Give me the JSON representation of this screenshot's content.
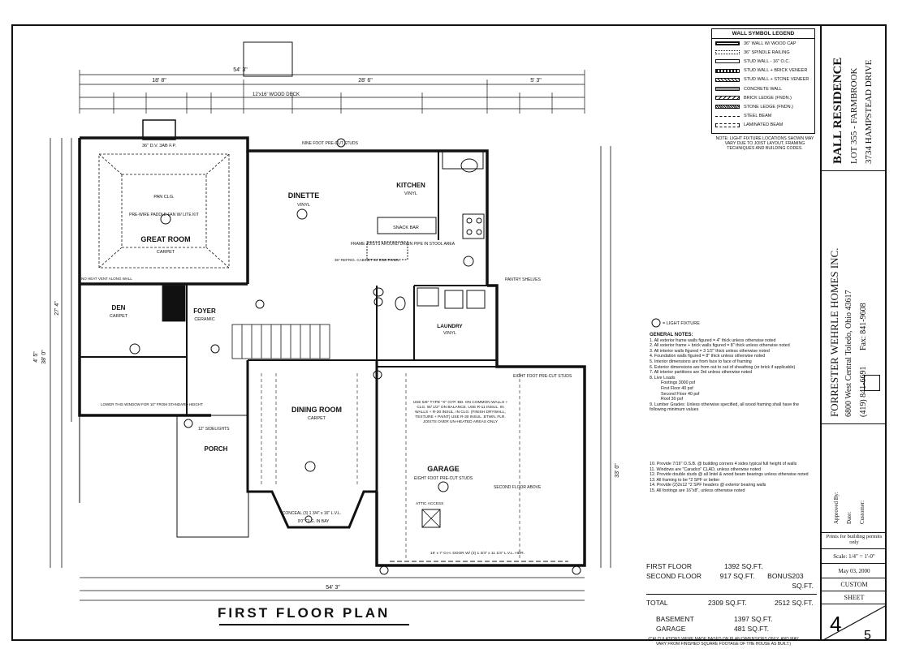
{
  "plan_title": "FIRST FLOOR PLAN",
  "legend": {
    "title": "WALL SYMBOL LEGEND",
    "items": [
      "36\" WALL W/ WOOD CAP",
      "36\" SPINDLE RAILING",
      "STUD WALL - 16\" O.C.",
      "STUD WALL + BRICK VENEER",
      "STUD WALL + STONE VENEER",
      "CONCRETE WALL",
      "BRICK LEDGE (FNDN.)",
      "STONE LEDGE (FNDN.)",
      "STEEL BEAM",
      "LAMINATED BEAM"
    ]
  },
  "legend_note": "NOTE: LIGHT FIXTURE LOCATIONS SHOWN MAY VARY DUE TO JOIST LAYOUT, FRAMING TECHNIQUES AND BUILDING CODES.",
  "light_fixture": "= LIGHT FIXTURE",
  "general_notes": {
    "heading": "GENERAL NOTES:",
    "items": [
      "1. All exterior frame walls figured = 4\" thick unless otherwise noted",
      "2. All exterior frame + brick walls figured = 8\" thick unless otherwise noted",
      "3. All interior walls figured = 3 1/2\" thick unless otherwise noted",
      "4. Foundation walls figured = 8\" thick unless otherwise noted",
      "5. Interior dimensions are from face to face of framing",
      "6. Exterior dimensions are from out to out of sheathing (or brick if applicable)",
      "7. All interior partitions are 3rd unless otherwise noted",
      "8. Live Loads",
      "Footings 3000 psf",
      "First Floor 40 psf",
      "Second Floor 40 psf",
      "Roof 30 psf",
      "9. Lumber Grades: Unless otherwise specified, all wood framing shall have the following minimum values",
      "10. Provide 7/16\" O.S.B. @ building corners 4 sides typical full height of walls",
      "11. Windows are \"Caradco\" CLAD, unless otherwise noted",
      "12. Provide double studs @ all lintel & wood beam bearings unless otherwise noted",
      "13. All framing to be *2 SPF or better",
      "14. Provide (2)2x12 *2 SPF headers @ exterior bearing walls",
      "15. All footings are 16\"x8\", unless otherwise noted"
    ]
  },
  "square_footage": {
    "first_floor_label": "FIRST FLOOR",
    "first_floor": "1392 SQ.FT.",
    "second_floor_label": "SECOND FLOOR",
    "second_floor": "917 SQ.FT.",
    "bonus_label": "BONUS",
    "bonus": "203 SQ.FT.",
    "total_label": "TOTAL",
    "total": "2309 SQ.FT.",
    "total_with_bonus": "2512 SQ.FT.",
    "basement_label": "BASEMENT",
    "basement": "1397 SQ.FT.",
    "garage_label": "GARAGE",
    "garage": "481 SQ.FT.",
    "note": "(CALCULATIONS WERE MADE BASED ON PLAN DIMENSIONS ONLY, AND MAY VARY FROM FINISHED SQUARE FOOTAGE OF THE HOUSE AS BUILT.)"
  },
  "title_block": {
    "residence": "BALL RESIDENCE",
    "lot": "LOT 355 - FARMBROOK",
    "address": "3734 HAMPSTEAD DRIVE",
    "company": "FORRESTER WEHRLE HOMES INC.",
    "company_address": "6800 West Central Toledo, Ohio 43617",
    "phone": "(419) 841-6691",
    "fax": "Fax: 841-9608",
    "approved_by": "Approved By:",
    "date_label": "Date:",
    "customer_label": "Customer:",
    "prints_note": "Prints for building permits only",
    "scale": "Scale: 1/4\" = 1'-0\"",
    "date": "May 03, 2000",
    "custom": "CUSTOM",
    "sheet": "SHEET",
    "sheet_no": "4",
    "sheet_total": "5"
  },
  "rooms": {
    "great_room": "GREAT ROOM",
    "great_room_carpet": "CARPET",
    "dinette": "DINETTE",
    "dinette_floor": "VINYL",
    "kitchen": "KITCHEN",
    "kitchen_floor": "VINYL",
    "den": "DEN",
    "den_floor": "CARPET",
    "foyer": "FOYER",
    "foyer_floor": "CERAMIC",
    "dining_room": "DINING ROOM",
    "dining_floor": "CARPET",
    "garage": "GARAGE",
    "porch": "PORCH",
    "laundry": "LAUNDRY",
    "laundry_floor": "VINYL",
    "wood_deck": "12'x16' WOOD DECK",
    "snack_bar": "SNACK BAR",
    "fireplace": "36\" D.V. 3AB F.P.",
    "tray_ceiling": "PAN CLG.",
    "ceiling_fan": "PRE-WIRE PADDLE FAN W/ LITE KIT",
    "pantry_note": "PANTRY SHELVES",
    "attic_access": "ATTIC ACCESS",
    "garage_door": "16' x 7' O.H. DOOR W/ (3) 1 3/4\" x 11 1/4\" L.V.L. HDR.",
    "garage_studs": "EIGHT FOOT PRE-CUT STUDS",
    "second_floor_above": "SECOND FLOOR ABOVE",
    "bay_clg": "9'0\" CLG. IN BAY",
    "joist_note": "USE 5/8\" TYPE \"X\" GYP. BD. ON COMMON WALLS + CLG. W/ 1/2\" ON BALANCE. USE R-11 INSUL. IN WALLS + R-30 INSUL. IN CLG. (FINISH DRYWALL, TEXTURE + PAINT) USE R-30 INSUL. BTWN. FLR. JOISTS OVER UN-HEATED AREAS ONLY",
    "frame_joists": "FRAME JOISTS AROUND DRAIN PIPE IN STOOL AREA",
    "nine_foot_studs": "NINE FOOT PRE-CUT STUDS",
    "window_note": "LOWER THIS WINDOW FOR 10\" FROM STANDARD HEIGHT",
    "eight_foot_studs": "EIGHT FOOT PRE-CUT STUDS",
    "hdr": "CONCEAL (3) 1 3/4\" x 16\" L.V.L.",
    "sidelights": "12\" SIDELIGHTS",
    "no_heat_vent": "NO HEAT VENT ALONG WALL",
    "refrig": "36\" REFRIG. CABINET W/ END PANEL"
  },
  "dims": {
    "overall_top": "54' 3\"",
    "top_a": "18' 8\"",
    "top_b": "28' 6\"",
    "top_c": "5' 3\"",
    "overall_bottom": "54' 3\"",
    "left_overall": "38' 0\"",
    "left_a": "27' 4\"",
    "right_overall": "33' 0\"",
    "ext_wall": "4' 5\""
  },
  "colors": {
    "ink": "#111111",
    "paper": "#ffffff"
  }
}
